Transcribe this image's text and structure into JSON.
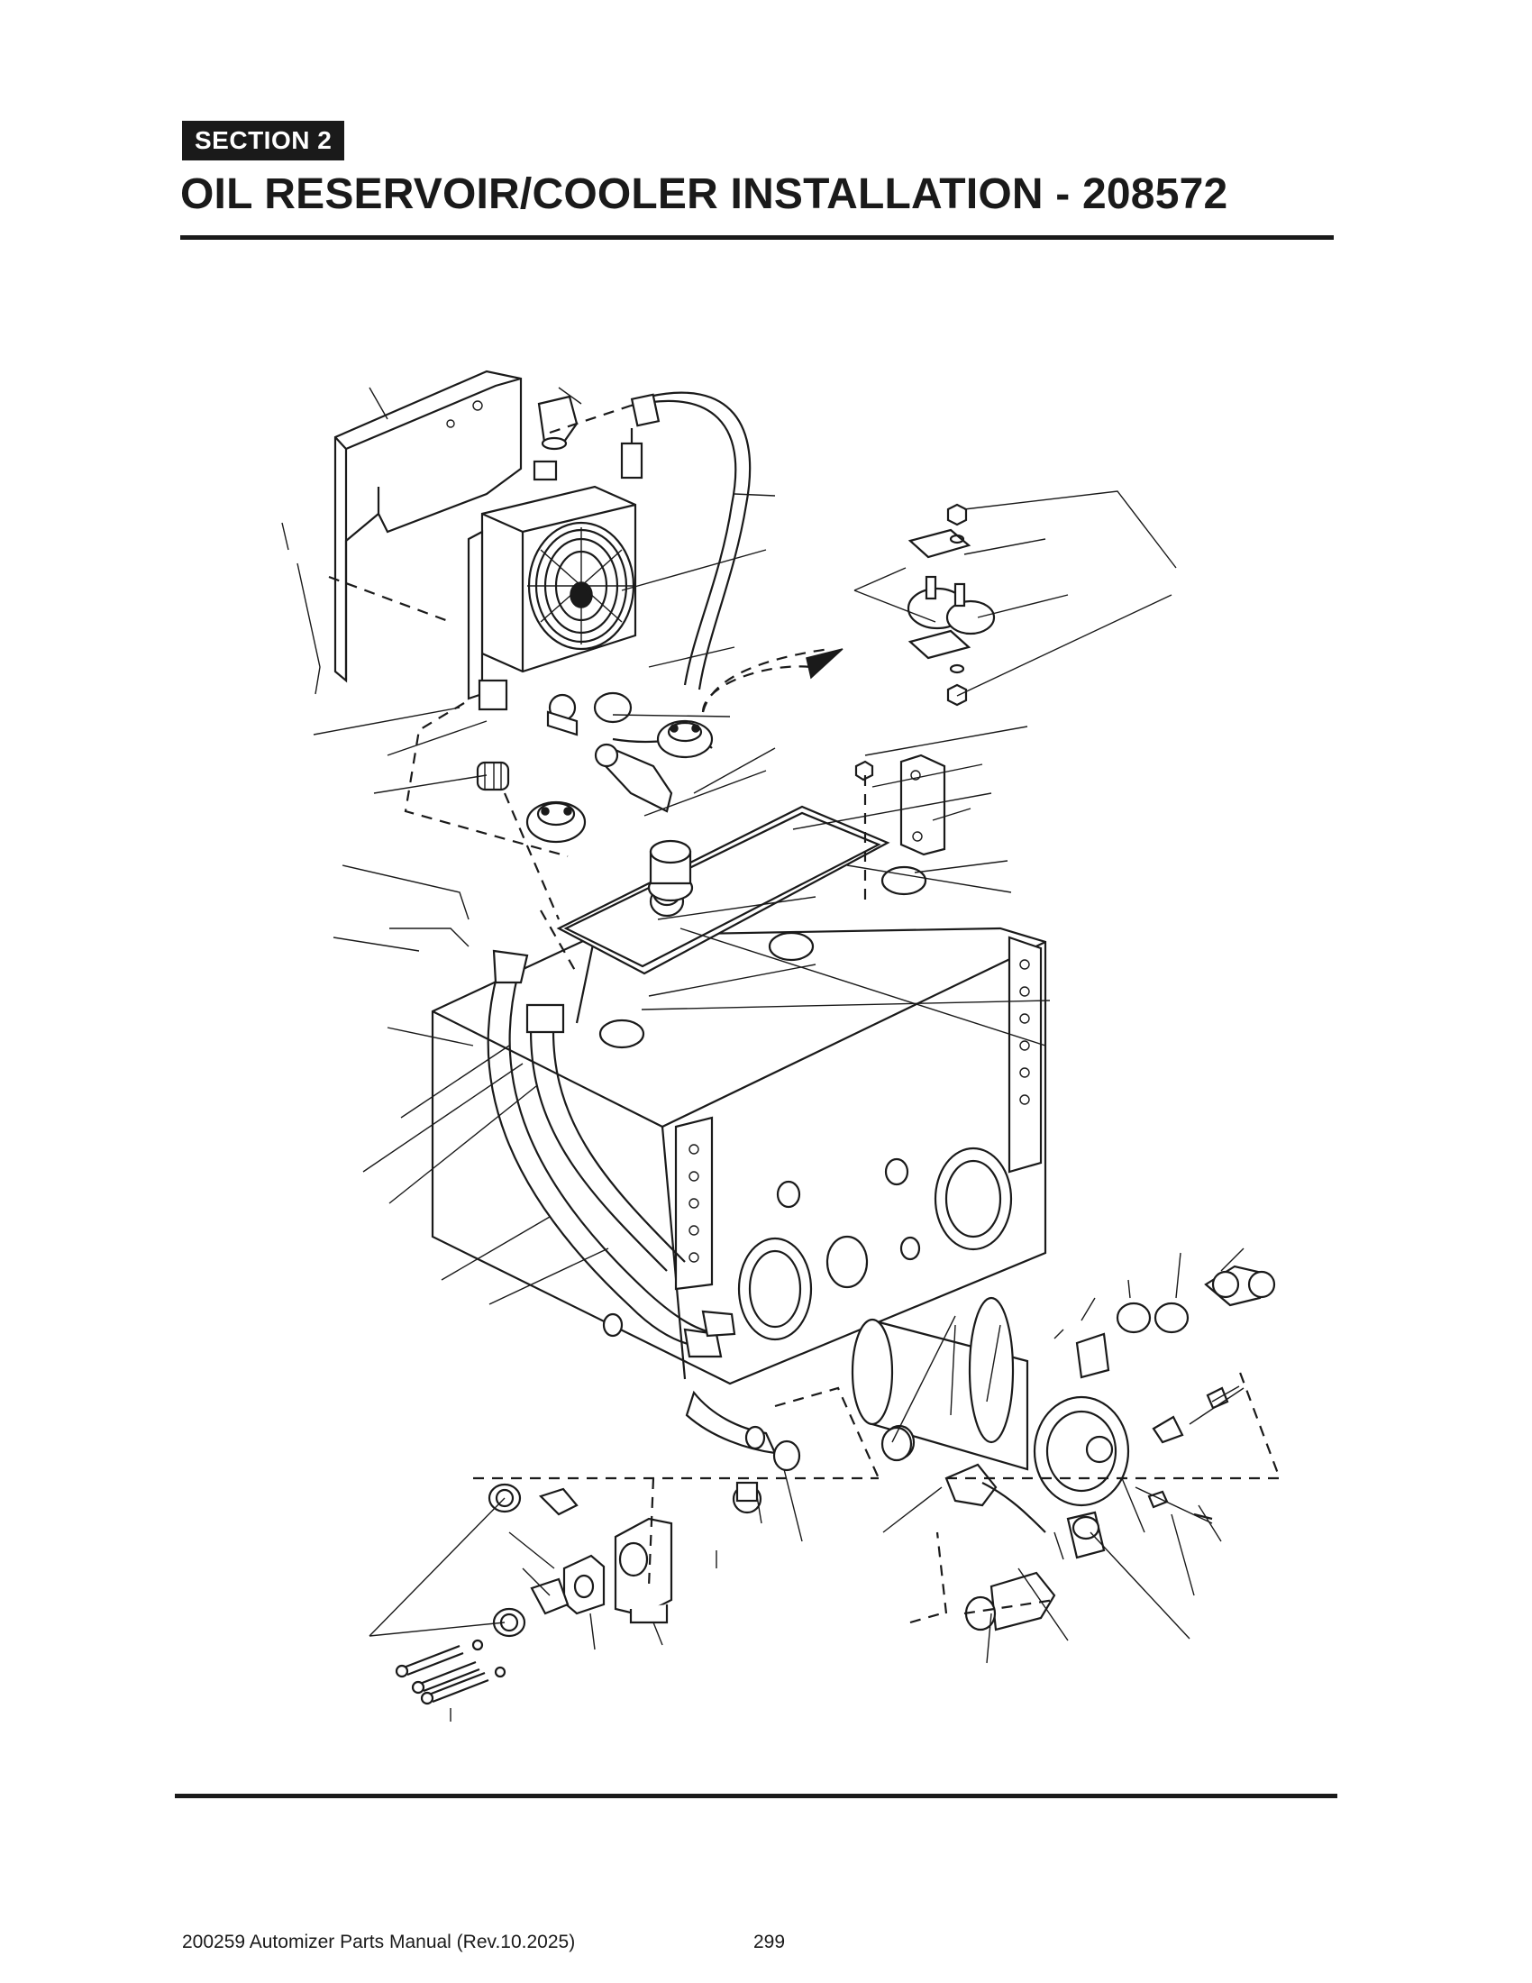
{
  "header": {
    "section_label": "SECTION  2",
    "title": "OIL RESERVOIR/COOLER INSTALLATION - 208572"
  },
  "footer": {
    "manual": "200259 Automizer Parts Manual (Rev.10.2025)",
    "page_number": "299"
  }
}
